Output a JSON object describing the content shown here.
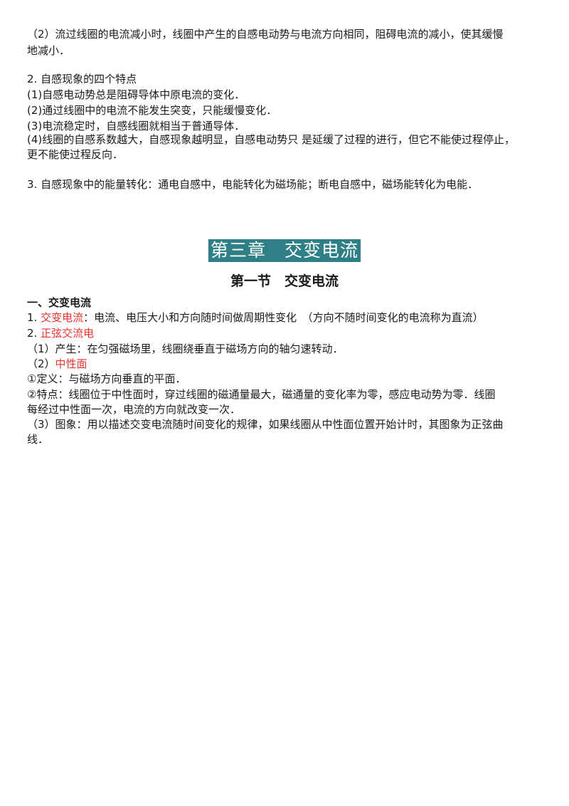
{
  "intro": {
    "line1": "（2）流过线圈的电流减小时，线圈中产生的自感电动势与电流方向相同，阻碍电流的减小，使其缓慢",
    "line2": "地减小．"
  },
  "features": {
    "heading": "2. 自感现象的四个特点",
    "item1": "(1)自感电动势总是阻碍导体中原电流的变化．",
    "item2": "(2)通过线圈中的电流不能发生突变，只能缓慢变化．",
    "item3": "(3)电流稳定时，自感线圈就相当于普通导体．",
    "item4a": "(4)线圈的自感系数越大，自感现象越明显，自感电动势只 是延缓了过程的进行，但它不能使过程停止，",
    "item4b": "更不能使过程反向．"
  },
  "energy": {
    "text": "3. 自感现象中的能量转化：通电自感中，电能转化为磁场能；断电自感中，磁场能转化为电能．"
  },
  "chapter": {
    "title": "第三章　交变电流"
  },
  "section": {
    "title": "第一节　交变电流"
  },
  "body": {
    "heading": "一、交变电流",
    "def1_prefix": "1. ",
    "def1_term": "交变电流",
    "def1_rest": "：电流、电压大小和方向随时间做周期性变化　（方向不随时间变化的电流称为直流）",
    "def2_prefix": "2. ",
    "def2_term": "正弦交流电",
    "produce": "（1）产生：在匀强磁场里，线圈绕垂直于磁场方向的轴匀速转动．",
    "neutral_prefix": "（2）",
    "neutral_term": "中性面",
    "neutral_def": "①定义：与磁场方向垂直的平面．",
    "neutral_feat_a": "②特点：线圈位于中性面时，穿过线圈的磁通量最大，磁通量的变化率为零，感应电动势为零．线圈",
    "neutral_feat_b": "每经过中性面一次，电流的方向就改变一次．",
    "graph_a": "（3）图象：用以描述交变电流随时间变化的规律，如果线圈从中性面位置开始计时，其图象为正弦曲",
    "graph_b": "线．"
  },
  "colors": {
    "highlight_text": "#e8322b",
    "chapter_background": "#2f7f86"
  }
}
